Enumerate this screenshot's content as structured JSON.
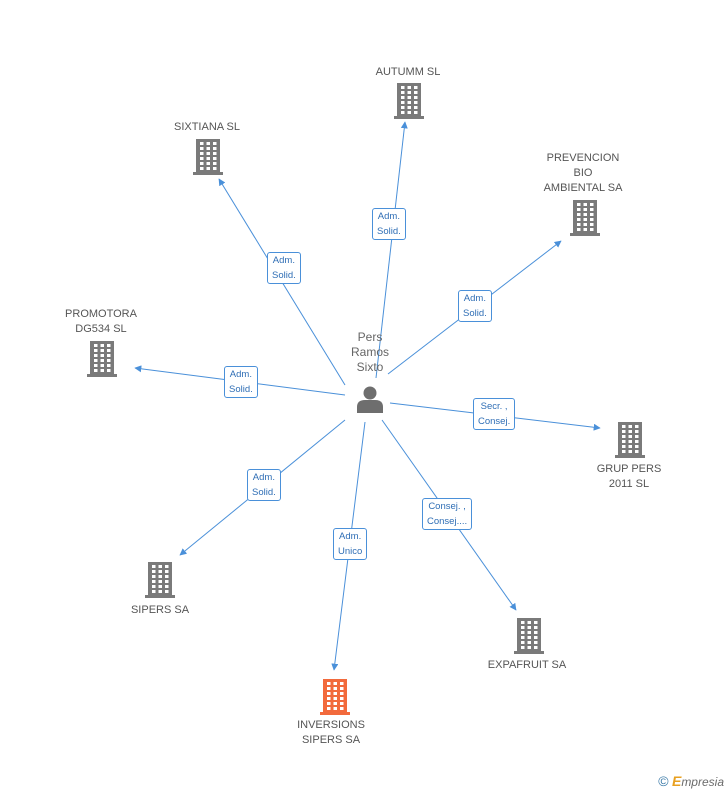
{
  "center": {
    "name_lines": [
      "Pers",
      "Ramos",
      "Sixto"
    ],
    "icon": "person-icon"
  },
  "colors": {
    "edge": "#4a90d9",
    "company": "#7a7a7a",
    "highlight": "#f26a3c",
    "rel_text": "#2f6eb5"
  },
  "companies": [
    {
      "id": "autumm",
      "name_lines": [
        "AUTUMM SL"
      ],
      "highlight": false
    },
    {
      "id": "sixtiana",
      "name_lines": [
        "SIXTIANA SL"
      ],
      "highlight": false
    },
    {
      "id": "prevencion",
      "name_lines": [
        "PREVENCION",
        "BIO",
        "AMBIENTAL SA"
      ],
      "highlight": false
    },
    {
      "id": "promotora",
      "name_lines": [
        "PROMOTORA",
        "DG534 SL"
      ],
      "highlight": false
    },
    {
      "id": "grup-pers",
      "name_lines": [
        "GRUP PERS",
        "2011 SL"
      ],
      "highlight": false
    },
    {
      "id": "sipers",
      "name_lines": [
        "SIPERS SA"
      ],
      "highlight": false
    },
    {
      "id": "expafruit",
      "name_lines": [
        "EXPAFRUIT SA"
      ],
      "highlight": false
    },
    {
      "id": "inversions",
      "name_lines": [
        "INVERSIONS",
        "SIPERS SA"
      ],
      "highlight": true
    }
  ],
  "relations": [
    {
      "target": "autumm",
      "lines": [
        "Adm.",
        "Solid."
      ]
    },
    {
      "target": "sixtiana",
      "lines": [
        "Adm.",
        "Solid."
      ]
    },
    {
      "target": "prevencion",
      "lines": [
        "Adm.",
        "Solid."
      ]
    },
    {
      "target": "promotora",
      "lines": [
        "Adm.",
        "Solid."
      ]
    },
    {
      "target": "grup-pers",
      "lines": [
        "Secr. ,",
        "Consej."
      ]
    },
    {
      "target": "sipers",
      "lines": [
        "Adm.",
        "Solid."
      ]
    },
    {
      "target": "expafruit",
      "lines": [
        "Consej. ,",
        "Consej...."
      ]
    },
    {
      "target": "inversions",
      "lines": [
        "Adm.",
        "Unico"
      ]
    }
  ],
  "footer": {
    "copyright_symbol": "©",
    "brand_initial": "E",
    "brand_rest": "mpresia"
  }
}
